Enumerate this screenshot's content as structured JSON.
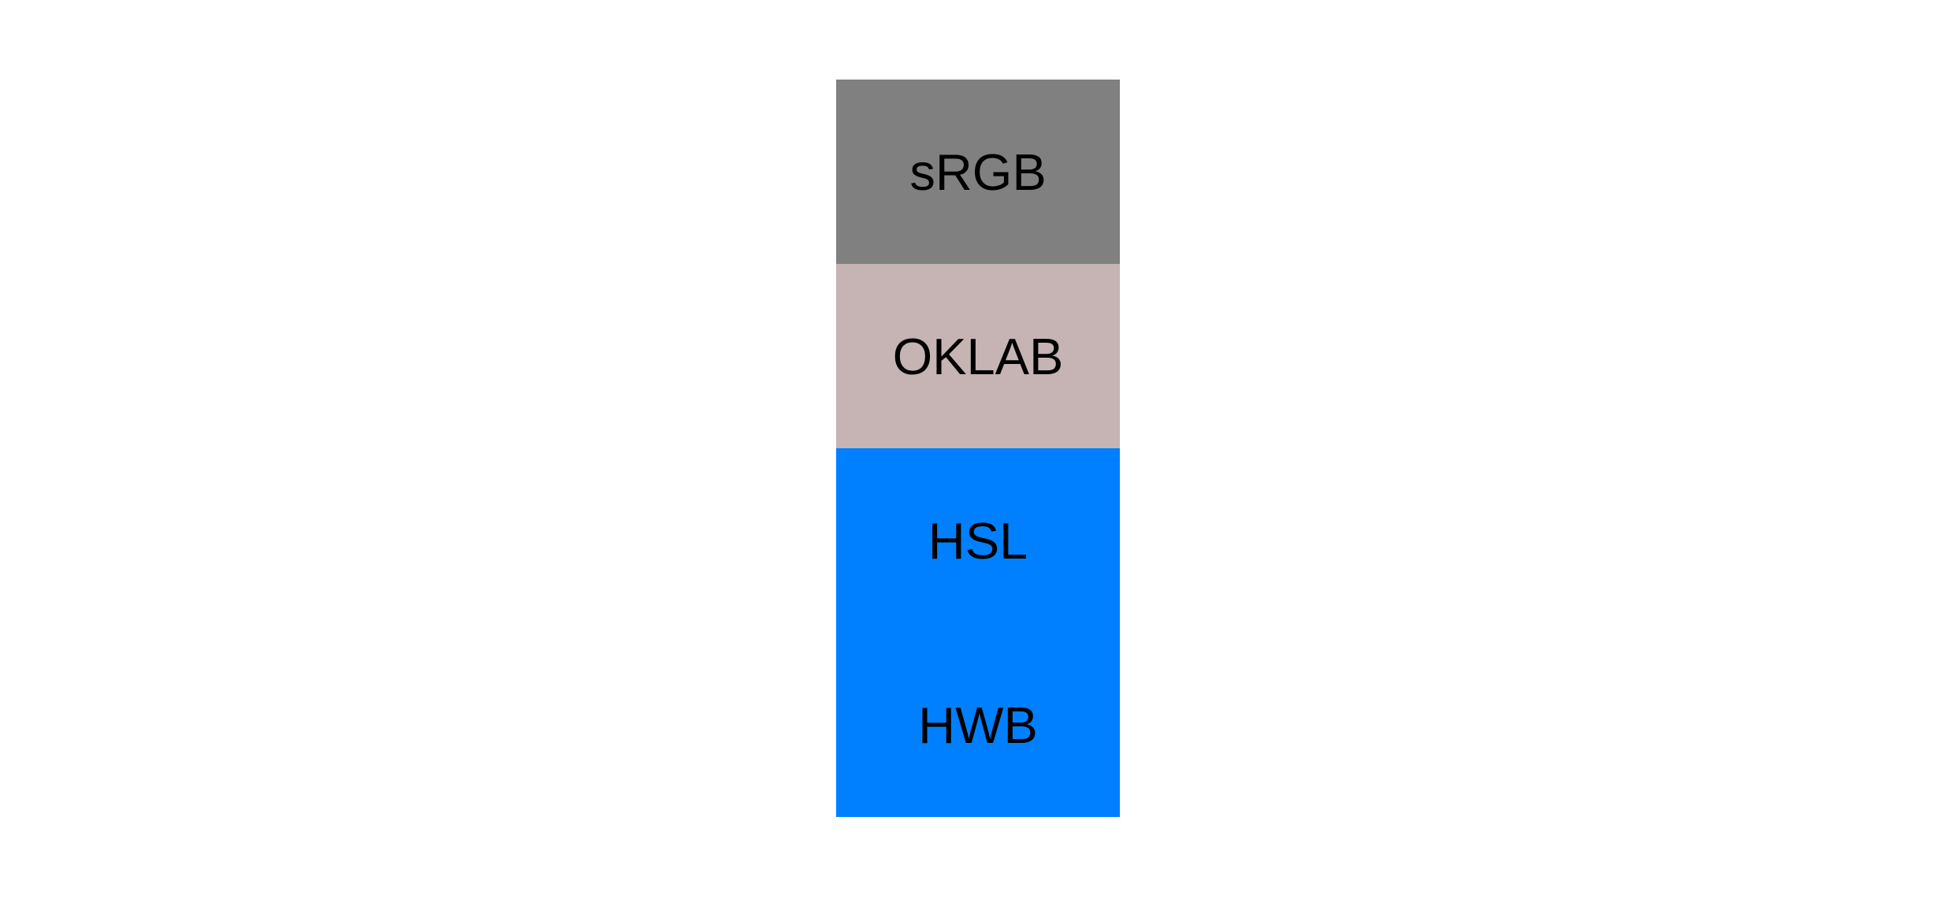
{
  "page": {
    "background": "#ffffff",
    "text_color": "#000000"
  },
  "swatches": [
    {
      "label": "sRGB",
      "color": "#808080"
    },
    {
      "label": "OKLAB",
      "color": "#c6b3b4"
    },
    {
      "label": "HSL",
      "color": "#0080ff"
    },
    {
      "label": "HWB",
      "color": "#0080ff"
    }
  ]
}
